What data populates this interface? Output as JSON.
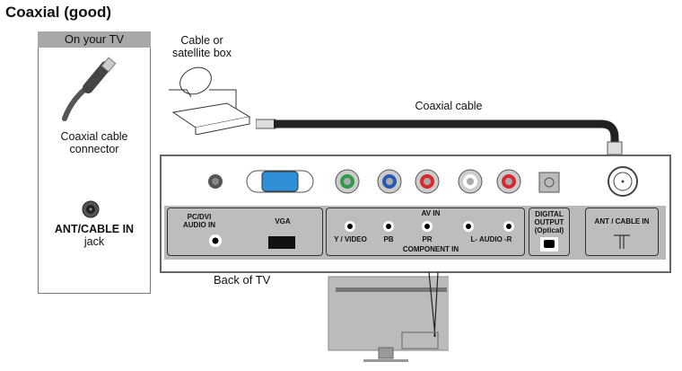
{
  "title": "Coaxial (good)",
  "on_your_tv": {
    "header": "On your TV",
    "connector_label_1": "Coaxial cable",
    "connector_label_2": "connector",
    "jack_label_bold": "ANT/CABLE IN",
    "jack_label": "jack"
  },
  "source": {
    "label_1": "Cable or",
    "label_2": "satellite box"
  },
  "cable_label": "Coaxial cable",
  "back_label": "Back of TV",
  "panel": {
    "pc_audio_1": "PC/DVI",
    "pc_audio_2": "AUDIO IN",
    "vga": "VGA",
    "av_in": "AV IN",
    "component_in": "COMPONENT IN",
    "y_video": "Y / VIDEO",
    "pb": "PB",
    "pr": "PR",
    "audio": "L-  AUDIO  -R",
    "digital_1": "DIGITAL",
    "digital_2": "OUTPUT",
    "digital_3": "(Optical)",
    "ant": "ANT / CABLE IN"
  },
  "colors": {
    "vga_blue": "#2f8fd6",
    "green": "#2e9a4a",
    "blue": "#2459b5",
    "red": "#d9272e",
    "white": "#ffffff",
    "panel_gray": "#b9b9b9"
  }
}
